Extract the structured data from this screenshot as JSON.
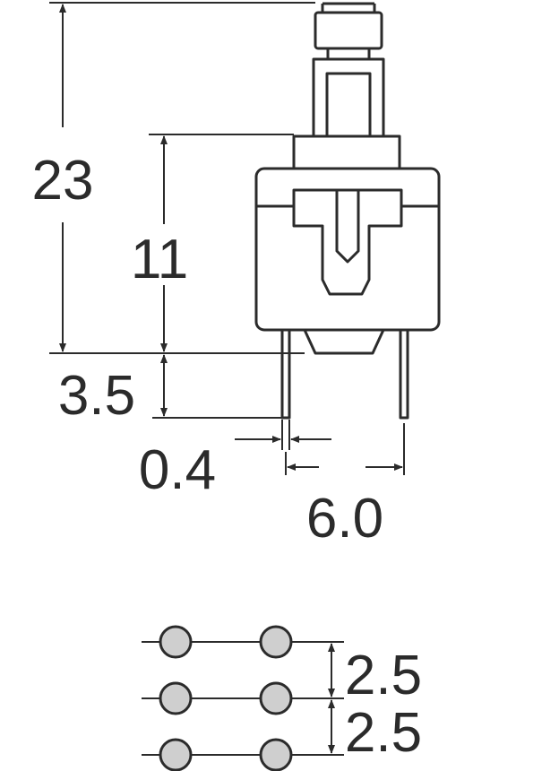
{
  "dimensions": {
    "overall_height": "23",
    "body_height": "11",
    "pin_length": "3.5",
    "pin_width": "0.4",
    "pin_spacing": "6.0"
  },
  "pcb_layout": {
    "row_pitch_1": "2.5",
    "row_pitch_2": "2.5"
  }
}
